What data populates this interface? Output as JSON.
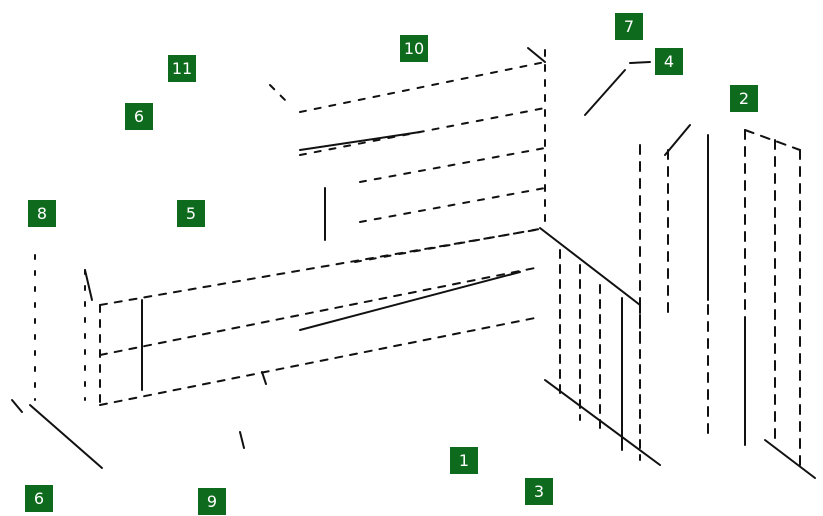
{
  "diagram": {
    "callout_color": "#0e6b1e",
    "line_color": "#111111",
    "callouts": [
      {
        "id": "c11",
        "label": "11"
      },
      {
        "id": "c6a",
        "label": "6"
      },
      {
        "id": "c10",
        "label": "10"
      },
      {
        "id": "c7",
        "label": "7"
      },
      {
        "id": "c4",
        "label": "4"
      },
      {
        "id": "c2",
        "label": "2"
      },
      {
        "id": "c8",
        "label": "8"
      },
      {
        "id": "c5",
        "label": "5"
      },
      {
        "id": "c1",
        "label": "1"
      },
      {
        "id": "c3",
        "label": "3"
      },
      {
        "id": "c6b",
        "label": "6"
      },
      {
        "id": "c9",
        "label": "9"
      }
    ]
  }
}
